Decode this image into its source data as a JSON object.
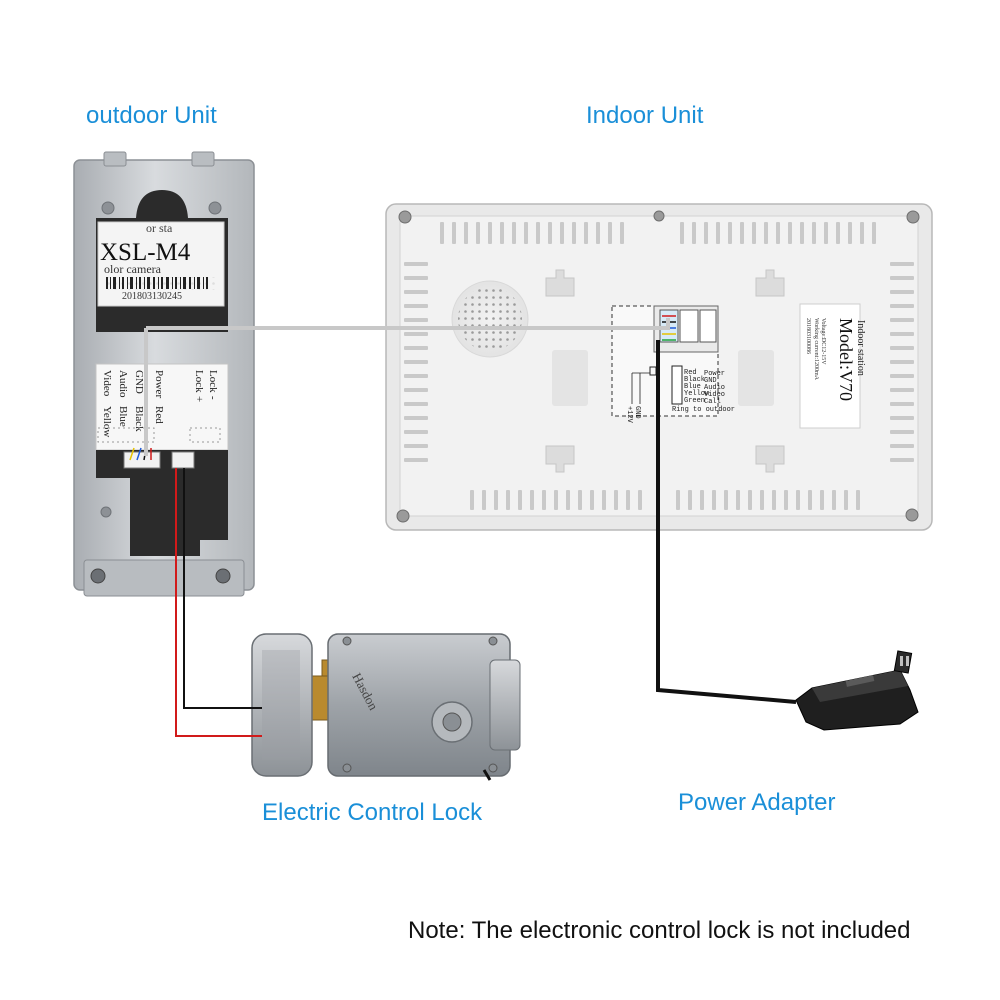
{
  "labels": {
    "outdoor_unit": "outdoor Unit",
    "indoor_unit": "Indoor Unit",
    "electric_lock": "Electric Control Lock",
    "power_adapter": "Power Adapter"
  },
  "note": "Note:  The electronic control lock is not included",
  "outdoor": {
    "sticker_top": "or sta",
    "model": "XSL-M4",
    "camera": "olor camera",
    "serial": "201803130245",
    "terminals": [
      {
        "name": "Video",
        "color": "Yellow"
      },
      {
        "name": "Audio",
        "color": "Blue"
      },
      {
        "name": "GND",
        "color": "Black"
      },
      {
        "name": "Power",
        "color": "Red"
      },
      {
        "name": "Lock",
        "sign": "+"
      },
      {
        "name": "Lock",
        "sign": "-"
      }
    ]
  },
  "indoor": {
    "station": "Indoor station",
    "model": "Model:V70",
    "spec1": "Voltage:DC12-15V",
    "spec2": "Working current:1200mA",
    "serial": "201803100086",
    "wires": [
      {
        "color": "Red",
        "name": "Power"
      },
      {
        "color": "Black",
        "name": "GND"
      },
      {
        "color": "Blue",
        "name": "Audio"
      },
      {
        "color": "Yellow",
        "name": "Video"
      },
      {
        "color": "Green",
        "name": "Call"
      }
    ],
    "gnd": "GND",
    "v12": "+12V",
    "ring": "Ring to outdoor"
  },
  "lock": {
    "brand": "Hasdon"
  },
  "colors": {
    "label": "#1a8fd8",
    "wire_red": "#d11a1a",
    "wire_black": "#111111",
    "wire_gray": "#c8c8c8"
  }
}
